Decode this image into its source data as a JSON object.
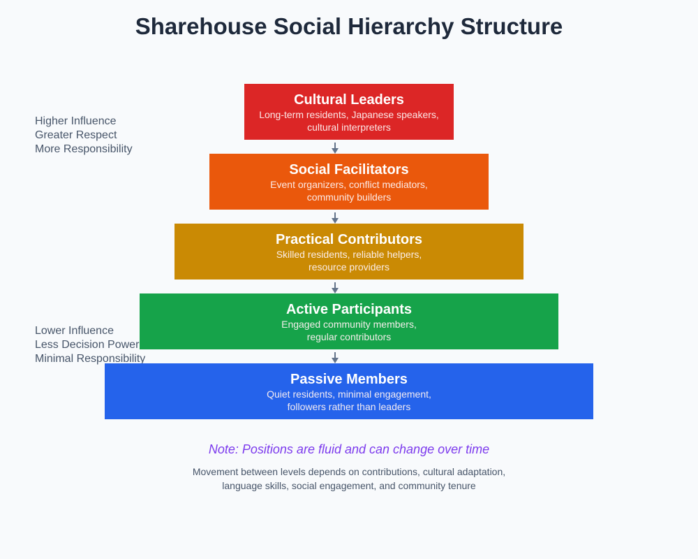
{
  "title": "Sharehouse Social Hierarchy Structure",
  "side_labels": {
    "top": [
      "Higher Influence",
      "Greater Respect",
      "More Responsibility"
    ],
    "bottom": [
      "Lower Influence",
      "Less Decision Power",
      "Minimal Responsibility"
    ]
  },
  "levels": [
    {
      "title": "Cultural Leaders",
      "desc_lines": [
        "Long-term residents, Japanese speakers,",
        "cultural interpreters"
      ],
      "color": "#dc2626"
    },
    {
      "title": "Social Facilitators",
      "desc_lines": [
        "Event organizers, conflict mediators,",
        "community builders"
      ],
      "color": "#ea580c"
    },
    {
      "title": "Practical Contributors",
      "desc_lines": [
        "Skilled residents, reliable helpers,",
        "resource providers"
      ],
      "color": "#ca8a04"
    },
    {
      "title": "Active Participants",
      "desc_lines": [
        "Engaged community members,",
        "regular contributors"
      ],
      "color": "#16a34a"
    },
    {
      "title": "Passive Members",
      "desc_lines": [
        "Quiet residents, minimal engagement,",
        "followers rather than leaders"
      ],
      "color": "#2563eb"
    }
  ],
  "arrow_color": "#64748b",
  "note": "Note: Positions are fluid and can change over time",
  "explanation_lines": [
    "Movement between levels depends on contributions, cultural adaptation,",
    "language skills, social engagement, and community tenure"
  ]
}
